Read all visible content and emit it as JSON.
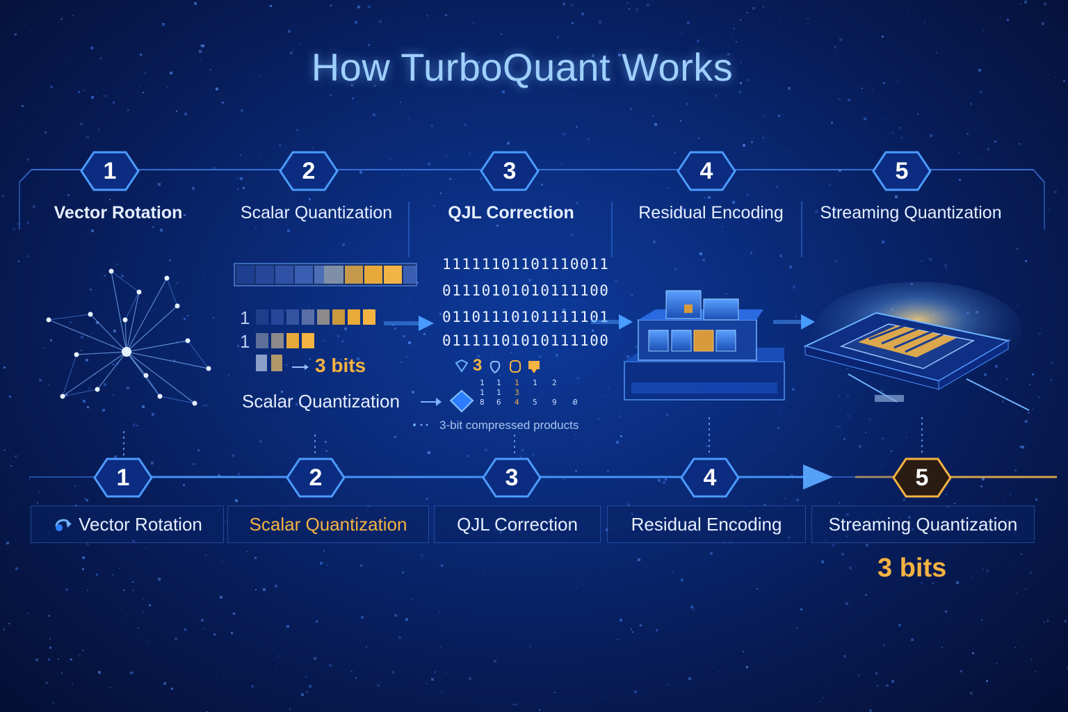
{
  "title": "How TurboQuant Works",
  "top_steps": [
    {
      "number": "1",
      "label": "Vector Rotation"
    },
    {
      "number": "2",
      "label": "Scalar Quantization"
    },
    {
      "number": "3",
      "label": "QJL Correction"
    },
    {
      "number": "4",
      "label": "Residual Encoding"
    },
    {
      "number": "5",
      "label": "Streaming Quantization"
    }
  ],
  "scalar_panel": {
    "row1_prefix": "1",
    "row2_prefix": "1",
    "bits_label": "3 bits",
    "caption": "Scalar Quantization"
  },
  "qjl_panel": {
    "binary_rows": [
      "11111101101110011",
      "01110101010111100",
      "01101110101111101",
      "01111101010111100"
    ],
    "symbol_digit": "3",
    "footnote": "3-bit compressed products"
  },
  "bottom_steps": [
    {
      "number": "1",
      "label": "Vector Rotation"
    },
    {
      "number": "2",
      "label": "Scalar Quantization"
    },
    {
      "number": "3",
      "label": "QJL Correction"
    },
    {
      "number": "4",
      "label": "Residual Encoding"
    },
    {
      "number": "5",
      "label": "Streaming Quantization"
    }
  ],
  "final_bits": "3 bits",
  "colors": {
    "accent": "#f5b342",
    "primary": "#2f7bff",
    "glow": "#6fb4ff"
  },
  "icons": [
    "hexagon-badge",
    "network-graph",
    "server-blocks",
    "memory-chip",
    "arrow-right"
  ]
}
